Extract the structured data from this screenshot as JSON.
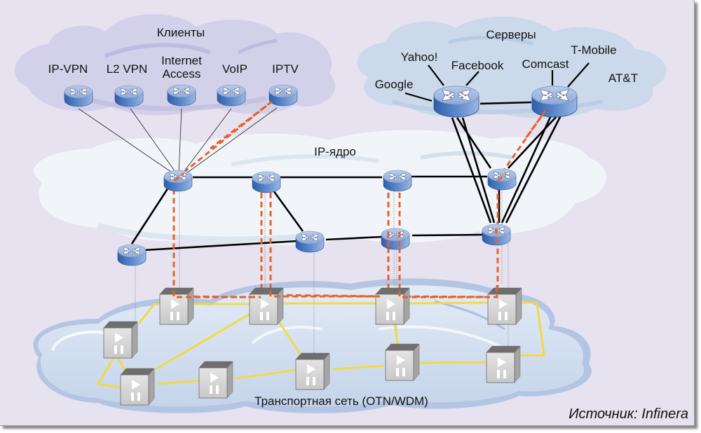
{
  "clouds": {
    "clients": {
      "title": "Клиенты"
    },
    "servers": {
      "title": "Серверы"
    },
    "ip_core": {
      "title": "IP-ядро"
    },
    "transport": {
      "title": "Транспортная сеть (OTN/WDM)"
    }
  },
  "client_services": [
    "IP-VPN",
    "L2 VPN",
    "Internet",
    "Access",
    "VoIP",
    "IPTV"
  ],
  "server_labels": [
    "Yahoo!",
    "Facebook",
    "Google",
    "Comcast",
    "T-Mobile",
    "AT&T"
  ],
  "source": "Источник: Infinera",
  "colors": {
    "background": "#e6e2ef",
    "client_cloud": "#d3d1ea",
    "server_cloud": "#cbd9ea",
    "core_cloud": "#f1f5f9",
    "transport_cloud": "#c9d8ec",
    "optical_link": "#f5d93a",
    "lsp_path": "#e8622a",
    "router_blue": "#4f7fc0"
  }
}
